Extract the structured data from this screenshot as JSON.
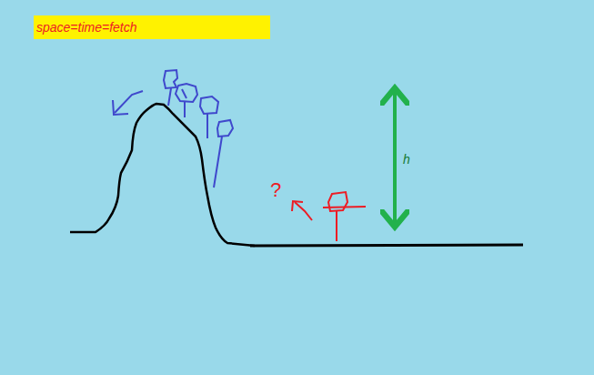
{
  "diagram": {
    "nodes": [
      {
        "text": [
          "space=time=fetch"
        ]
      }
    ],
    "labels": [
      "h",
      "?"
    ]
  }
}
